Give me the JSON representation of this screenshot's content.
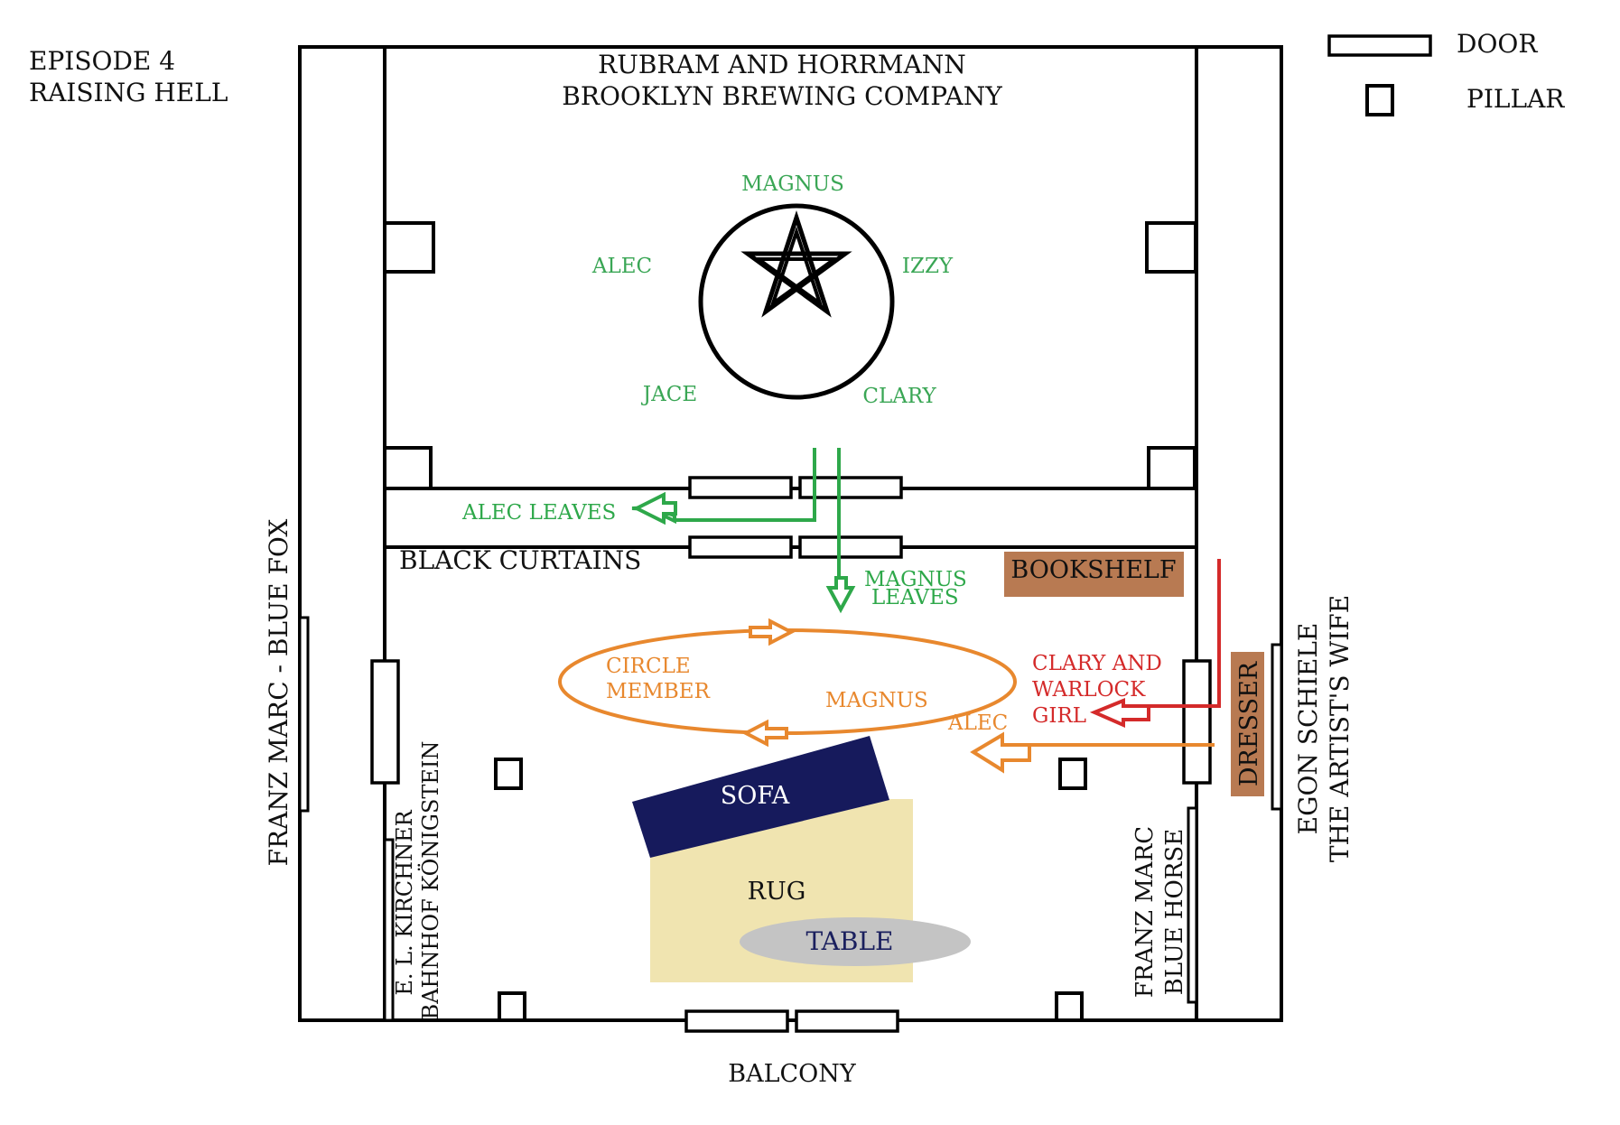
{
  "episode": {
    "line1": "EPISODE 4",
    "line2": "RAISING HELL"
  },
  "legend": {
    "door_label": "DOOR",
    "pillar_label": "PILLAR"
  },
  "venue": {
    "line1": "RUBRAM AND HORRMANN",
    "line2": "BROOKLYN BREWING COMPANY"
  },
  "ritual": {
    "magnus": "MAGNUS",
    "alec": "ALEC",
    "izzy": "IZZY",
    "jace": "JACE",
    "clary": "CLARY"
  },
  "movement": {
    "alec_leaves": "ALEC LEAVES",
    "magnus_leaves_1": "MAGNUS",
    "magnus_leaves_2": "LEAVES"
  },
  "room": {
    "black_curtains": "BLACK CURTAINS",
    "bookshelf": "BOOKSHELF",
    "dresser": "DRESSER",
    "sofa": "SOFA",
    "rug": "RUG",
    "table": "TABLE",
    "balcony": "BALCONY"
  },
  "circle": {
    "member_1": "CIRCLE",
    "member_2": "MEMBER",
    "magnus": "MAGNUS",
    "alec": "ALEC"
  },
  "clary_warlock": {
    "line1": "CLARY AND",
    "line2": "WARLOCK",
    "line3": "GIRL"
  },
  "paintings": {
    "left_outer": "FRANZ MARC - BLUE FOX",
    "left_inner_1": "E. L. KIRCHNER",
    "left_inner_2": "BAHNHOF KÖNIGSTEIN",
    "right_inner_1": "FRANZ MARC",
    "right_inner_2": "BLUE HORSE",
    "right_outer_1": "EGON SCHIELE",
    "right_outer_2": "THE ARTIST'S WIFE"
  },
  "colors": {
    "ritual_green": "#3aa655",
    "arrow_green": "#2ea84a",
    "circle_orange": "#e8882e",
    "clary_red": "#d42a2a",
    "bookshelf_brown": "#b87a52",
    "sofa_navy": "#161a5c",
    "rug_beige": "#f0e4b0",
    "table_gray": "#c4c4c4",
    "table_text": "#1a1f5e"
  }
}
